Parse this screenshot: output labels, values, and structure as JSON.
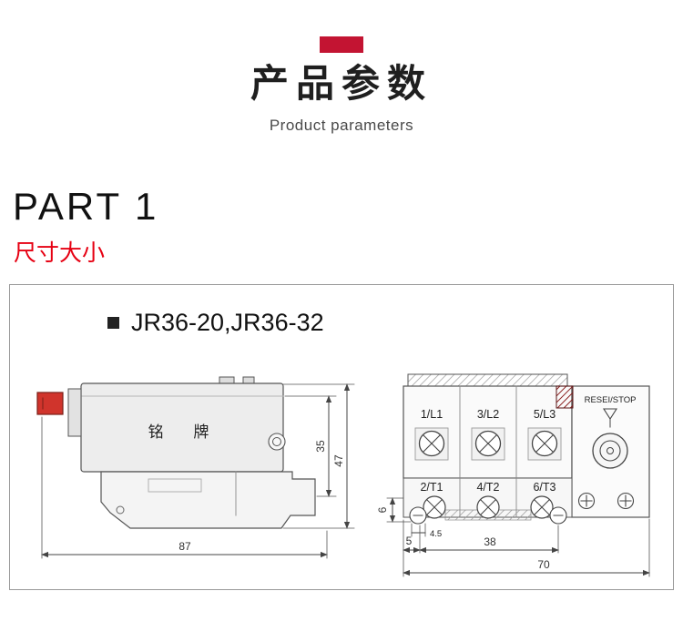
{
  "header": {
    "title": "产品参数",
    "subtitle": "Product parameters"
  },
  "section": {
    "part": "PART 1",
    "subtitle": "尺寸大小"
  },
  "panel": {
    "model_title": "JR36-20,JR36-32"
  },
  "diagram": {
    "nameplate": "铭 牌",
    "reset_label": "RESEI/STOP",
    "terminals_top": [
      "1/L1",
      "3/L2",
      "5/L3"
    ],
    "terminals_bottom": [
      "2/T1",
      "4/T2",
      "6/T3"
    ],
    "dims": {
      "d35": "35",
      "d47": "47",
      "d87": "87",
      "d6": "6",
      "d45": "4.5",
      "d5": "5",
      "d38": "38",
      "d70": "70"
    }
  },
  "colors": {
    "accent_red": "#c31432",
    "section_red": "#e60012",
    "knob_red": "#d0342c",
    "line_gray": "#4a4a4a"
  }
}
